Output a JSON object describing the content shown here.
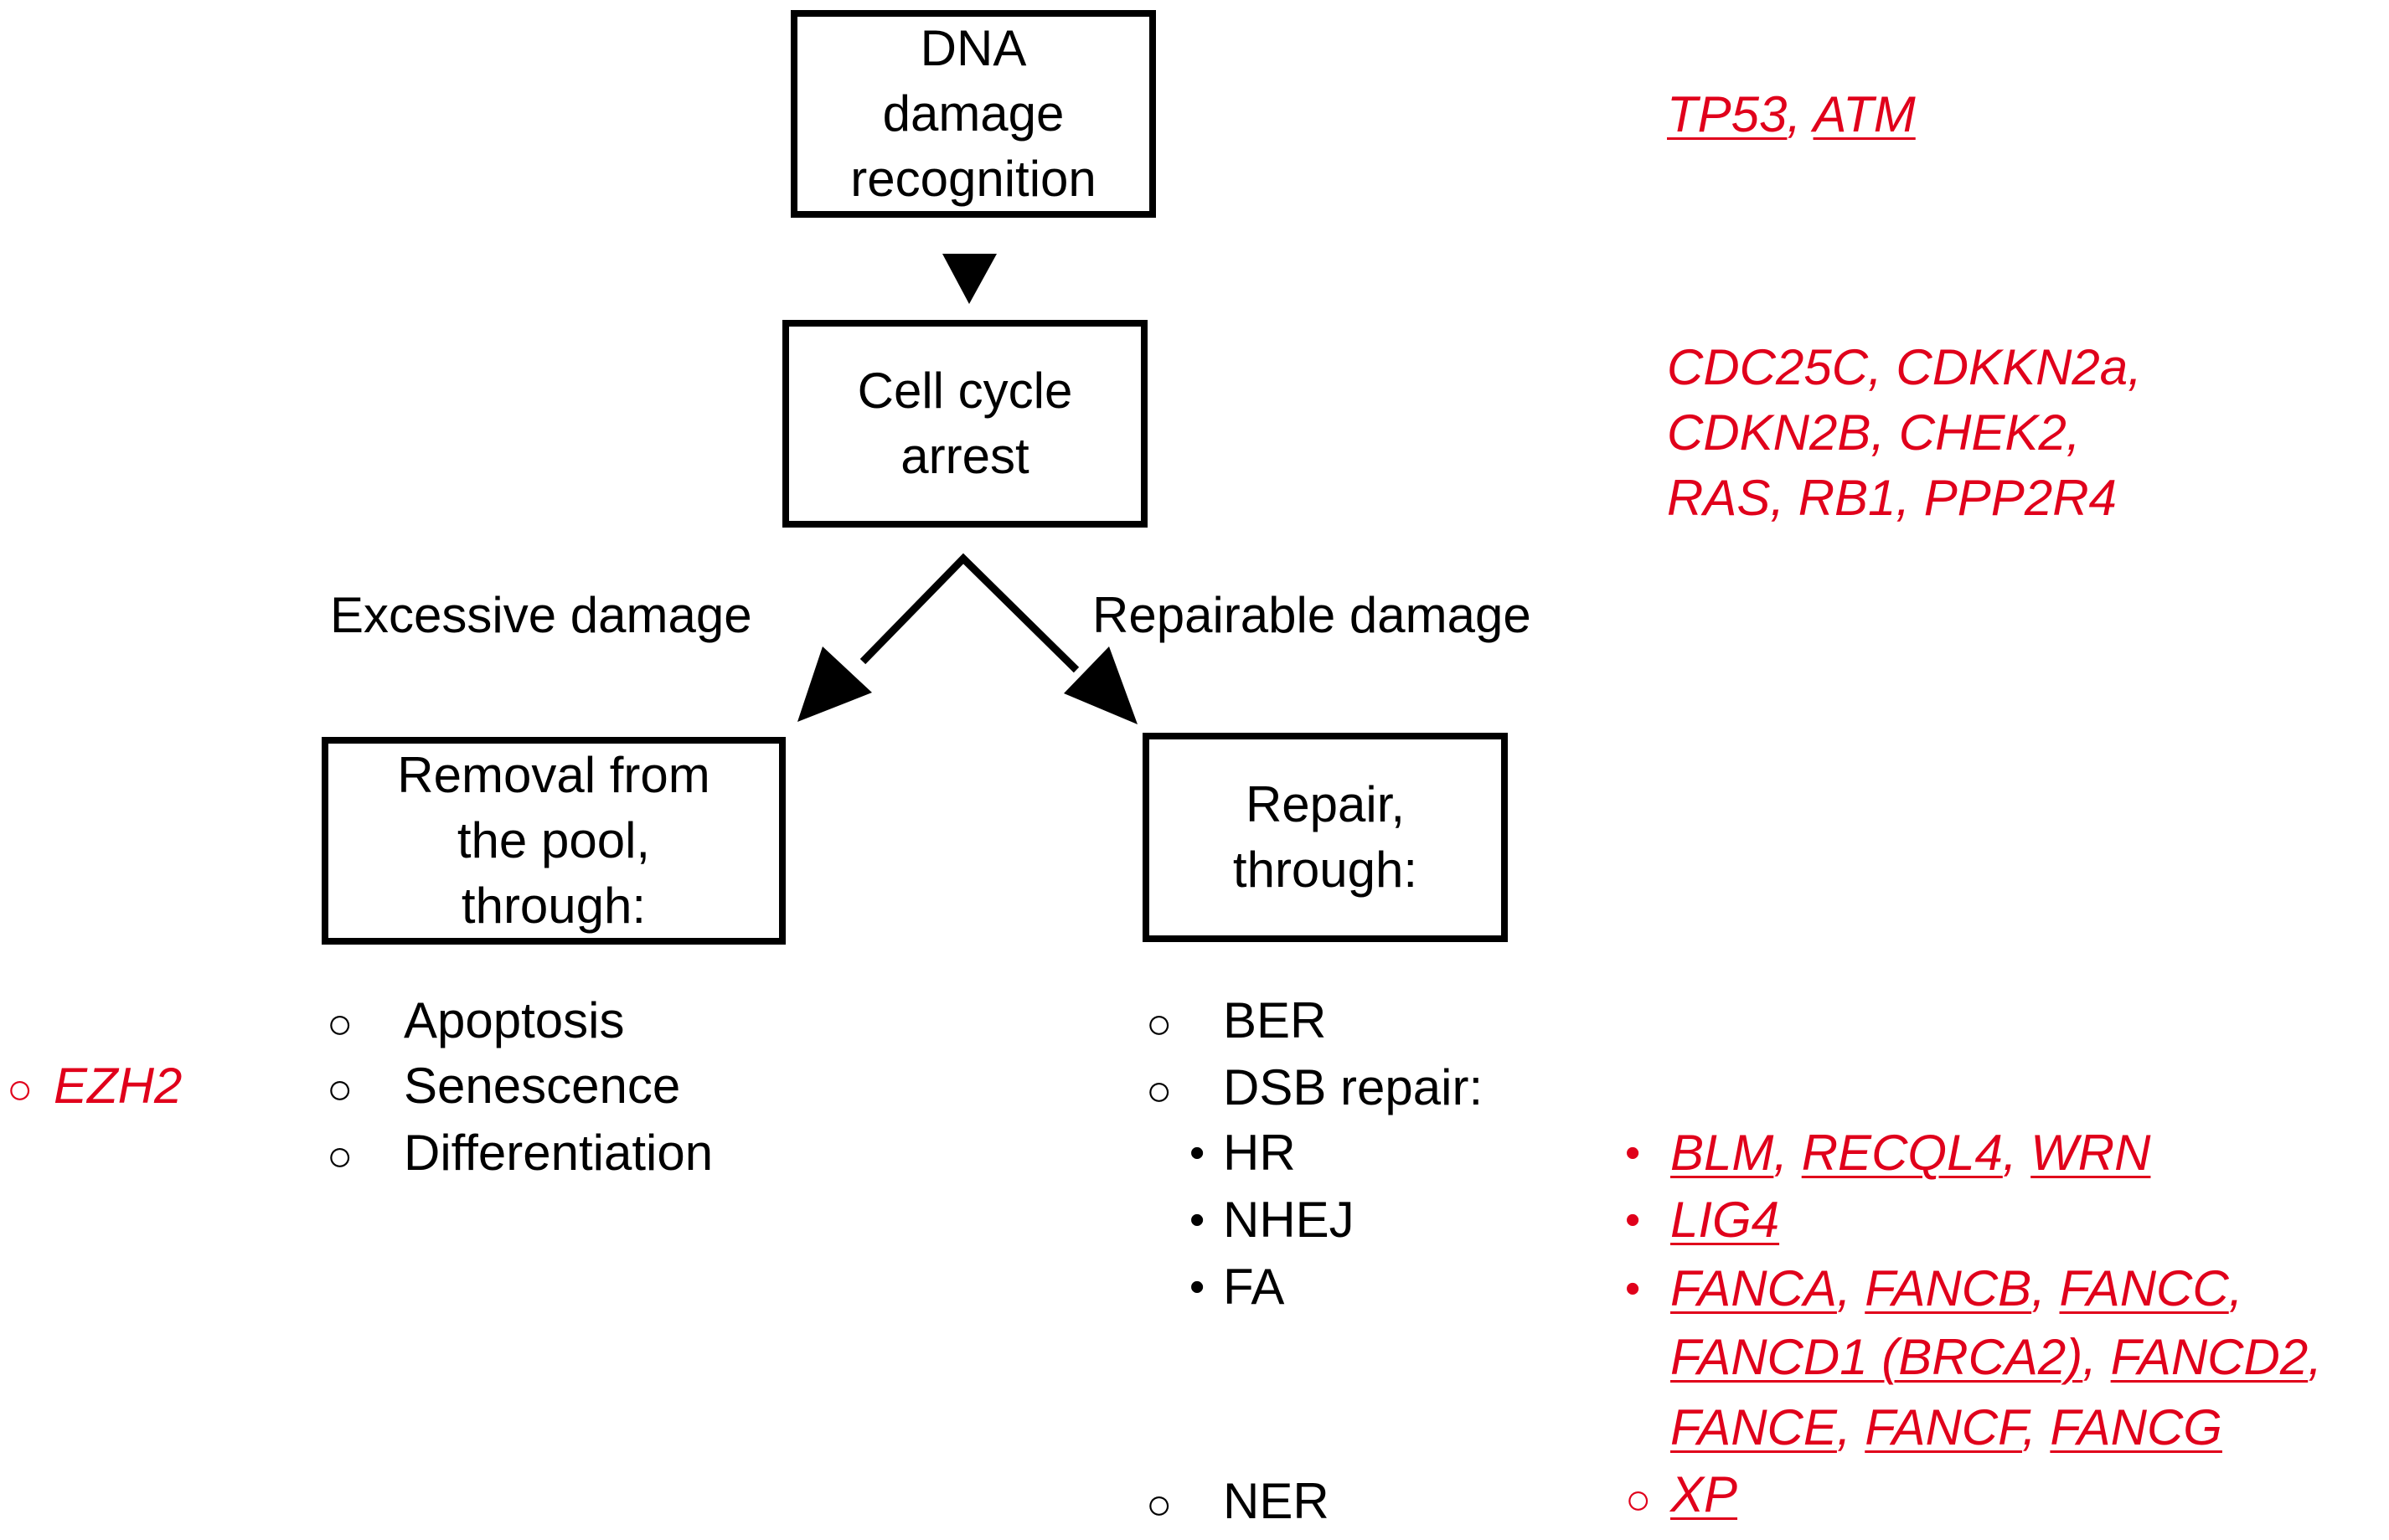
{
  "boxes": {
    "dna_damage_recognition": "DNA\ndamage\nrecognition",
    "cell_cycle_arrest": "Cell cycle\narrest",
    "removal": "Removal from\nthe pool,\nthrough:",
    "repair": "Repair,\nthrough:"
  },
  "branch_labels": {
    "excessive": "Excessive damage",
    "repairable": "Repairable damage"
  },
  "removal_items": [
    "Apoptosis",
    "Senescence",
    "Differentiation"
  ],
  "repair_items": {
    "ber": "BER",
    "dsb": "DSB repair:",
    "hr": "HR",
    "nhej": "NHEJ",
    "fa": "FA",
    "ner": "NER"
  },
  "markers": {
    "circle": "○",
    "dot": "•",
    "comma": ","
  },
  "genes": {
    "recognition": [
      "TP53",
      "ATM"
    ],
    "cell_cycle": [
      "CDC25C, CDKKN2a,",
      "CDKN2B, CHEK2,",
      "RAS, RB1, PPP2R4"
    ],
    "senescence": "EZH2",
    "hr": [
      "BLM",
      "RECQL4",
      "WRN"
    ],
    "nhej": [
      "LIG4"
    ],
    "fa_line1": [
      "FANCA",
      "FANCB",
      "FANCC"
    ],
    "fa_line2": [
      "FANCD1 (BRCA2)",
      "FANCD2"
    ],
    "fa_line3": [
      "FANCE",
      "FANCF",
      "FANCG"
    ],
    "ner": "XP"
  },
  "colors": {
    "gene_red": "#e0001b",
    "line": "#000000"
  }
}
